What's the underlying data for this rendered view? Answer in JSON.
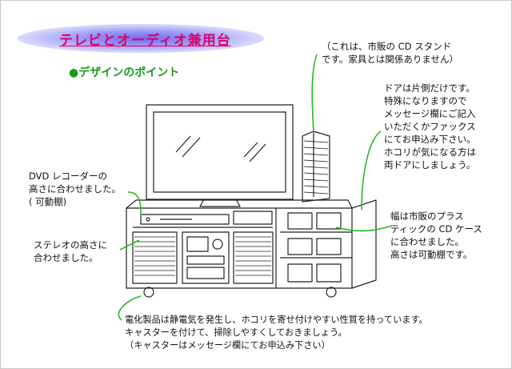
{
  "title": "テレビとオーディオ兼用台",
  "subtitle": "●デザインのポイント",
  "notes": {
    "cd_stand": [
      "（これは、市販の CD スタンド",
      "です。家具とは関係ありません）"
    ],
    "door": [
      "ドアは片側だけです。",
      "特殊になりますので",
      "メッセージ欄にご記入",
      "いただくかファックス",
      "にてお申込み下さい。",
      "ホコリが気になる方は",
      "両ドアにしましょう。"
    ],
    "dvd": [
      "DVD レコーダーの",
      "高さに合わせました。",
      "( 可動棚)"
    ],
    "width": [
      "幅は市販のプラス",
      "ティックの CD ケース",
      "に合わせました。",
      "高さは可動棚です。"
    ],
    "stereo": [
      "ステレオの高さに",
      "合わせました。"
    ],
    "casters": [
      "電化製品は静電気を発生し、ホコリを寄せ付けやすい性質を持っています。",
      "キャスターを付けて、掃除しやすくしておきましょう。",
      "（キャスターはメッセージ欄にてお申込み下さい）"
    ]
  },
  "colors": {
    "title": "#e0006a",
    "subtitle": "#1a9a1a",
    "leader": "#22bb22",
    "glow": "#6c6cf0"
  }
}
